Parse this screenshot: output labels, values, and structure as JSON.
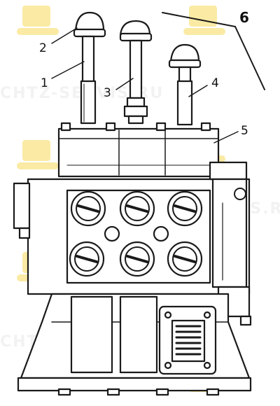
{
  "callouts": {
    "c1": "1",
    "c2": "2",
    "c3": "3",
    "c4": "4",
    "c5": "5",
    "c6": "6"
  },
  "watermark": {
    "text": "CHTZ-SERVIS.RU",
    "color": "#f3c614"
  },
  "colors": {
    "ink": "#1a1a1a",
    "paper": "#ffffff"
  }
}
